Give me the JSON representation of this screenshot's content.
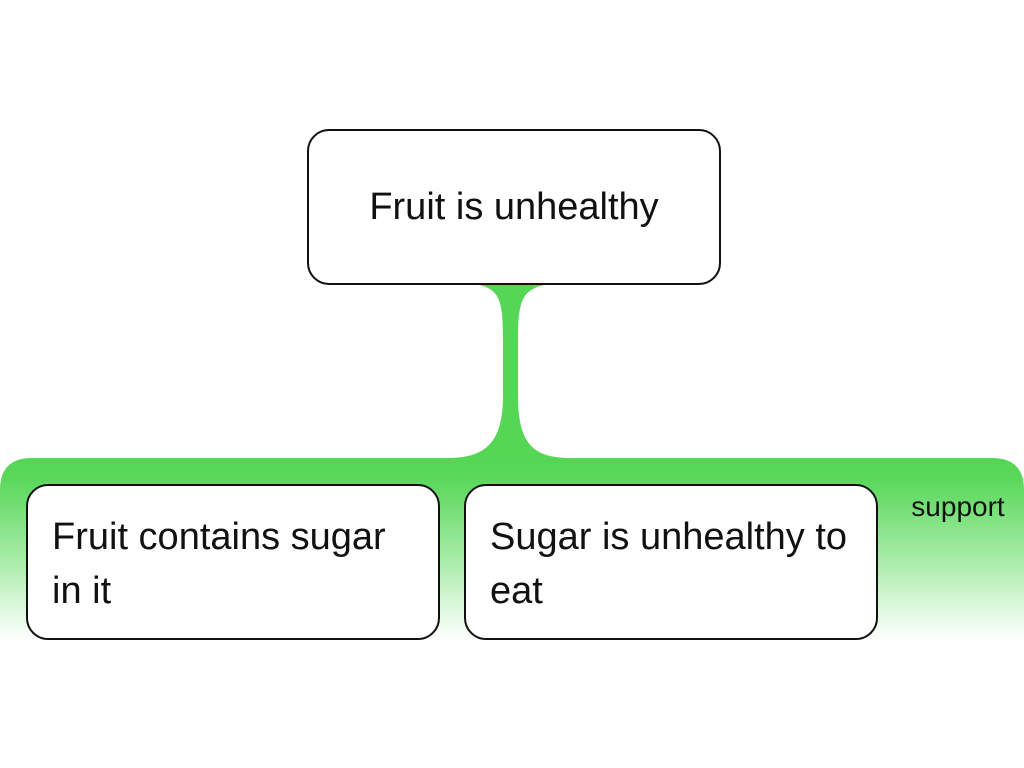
{
  "diagram": {
    "claim": {
      "text": "Fruit is unhealthy"
    },
    "relation": {
      "label": "support",
      "color": "#55d655"
    },
    "premises": [
      {
        "text": "Fruit contains sugar in it"
      },
      {
        "text": "Sugar is unhealthy to eat"
      }
    ]
  }
}
